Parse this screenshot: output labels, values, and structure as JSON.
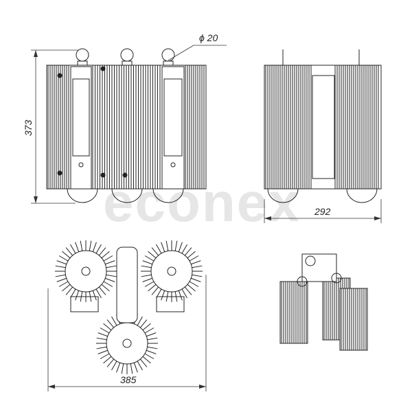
{
  "watermark": "econex",
  "dimensions": {
    "ring_diameter": "ϕ 20",
    "front_height": "373",
    "side_width": "292",
    "top_width": "385"
  },
  "colors": {
    "line": "#222222",
    "watermark": "#e6e6e6"
  }
}
